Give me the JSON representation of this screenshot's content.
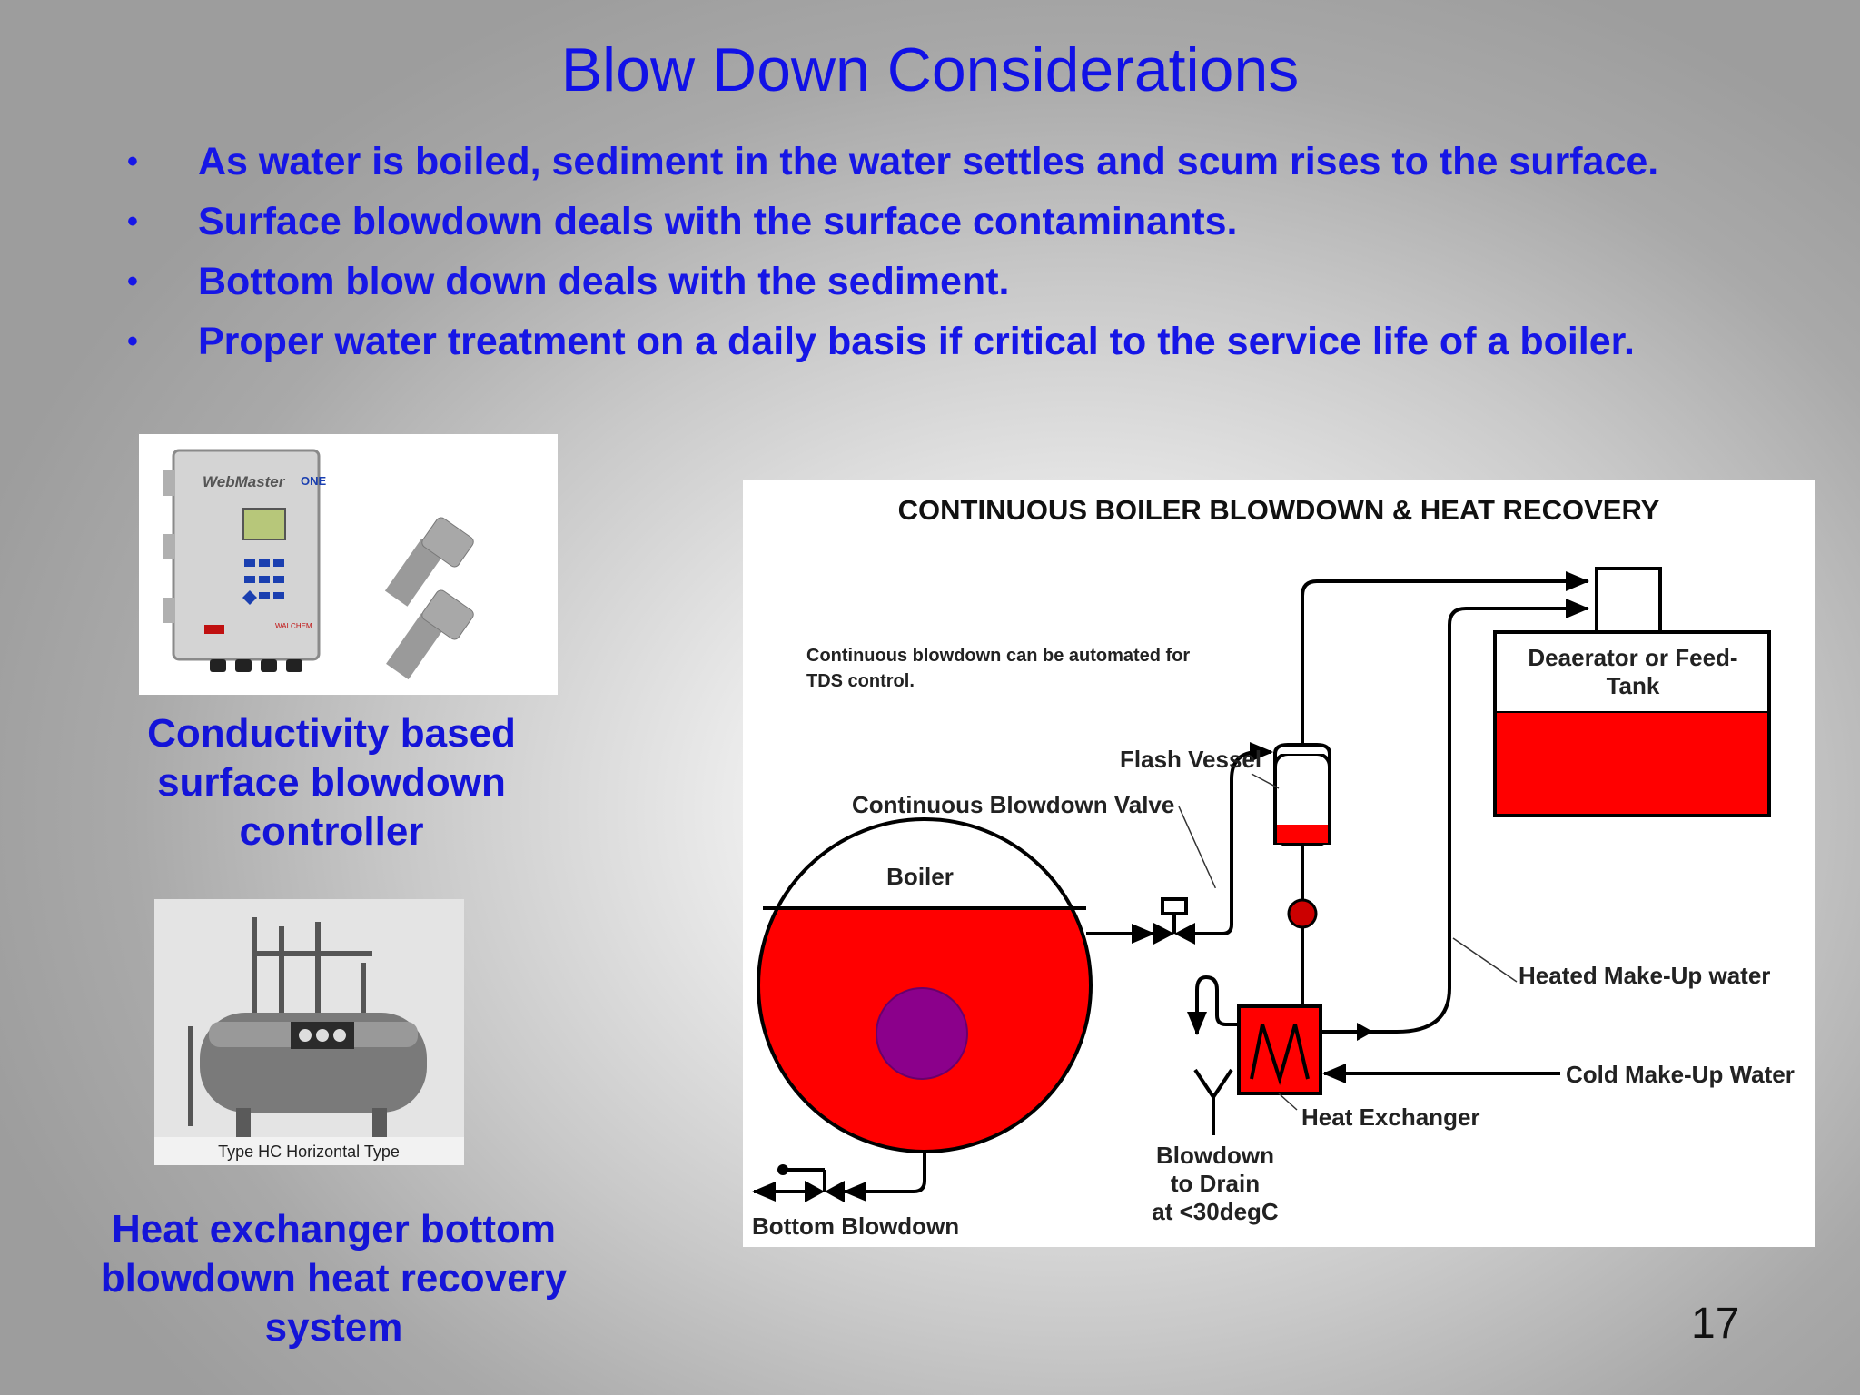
{
  "slide": {
    "title": "Blow Down Considerations",
    "bullets": [
      "As water is boiled, sediment in the water settles and scum rises to the surface.",
      "Surface blowdown deals with the surface contaminants.",
      "Bottom blow down deals with the sediment.",
      "Proper water treatment on a daily basis if critical to the service life of a boiler."
    ],
    "bullet_glyph": "•",
    "page_number": "17"
  },
  "controller_photo": {
    "brand": "WebMaster",
    "model": "ONE",
    "maker": "WALCHEM",
    "caption": "Conductivity based surface blowdown controller",
    "caption_lines": [
      "Conductivity based",
      "surface blowdown",
      "controller"
    ]
  },
  "heat_exchanger_photo": {
    "photo_label": "Type HC Horizontal Type",
    "caption": "Heat exchanger bottom blowdown heat recovery system",
    "caption_lines": [
      "Heat exchanger bottom",
      "blowdown heat recovery",
      "system"
    ]
  },
  "diagram": {
    "title": "CONTINUOUS BOILER BLOWDOWN & HEAT RECOVERY",
    "note_lines": [
      "Continuous blowdown can be automated for",
      "TDS control."
    ],
    "labels": {
      "flash_vessel": "Flash Vessel",
      "valve": "Continuous Blowdown Valve",
      "boiler": "Boiler",
      "deaerator_lines": [
        "Deaerator or Feed-",
        "Tank"
      ],
      "heated_makeup": "Heated Make-Up water",
      "cold_makeup": "Cold Make-Up Water",
      "heat_exchanger": "Heat Exchanger",
      "drain_lines": [
        "Blowdown",
        "to Drain",
        "at <30degC"
      ],
      "bottom_blowdown": "Bottom Blowdown"
    },
    "colors": {
      "water": "#ff0000",
      "sediment": "#8b008b",
      "line": "#000000"
    }
  }
}
